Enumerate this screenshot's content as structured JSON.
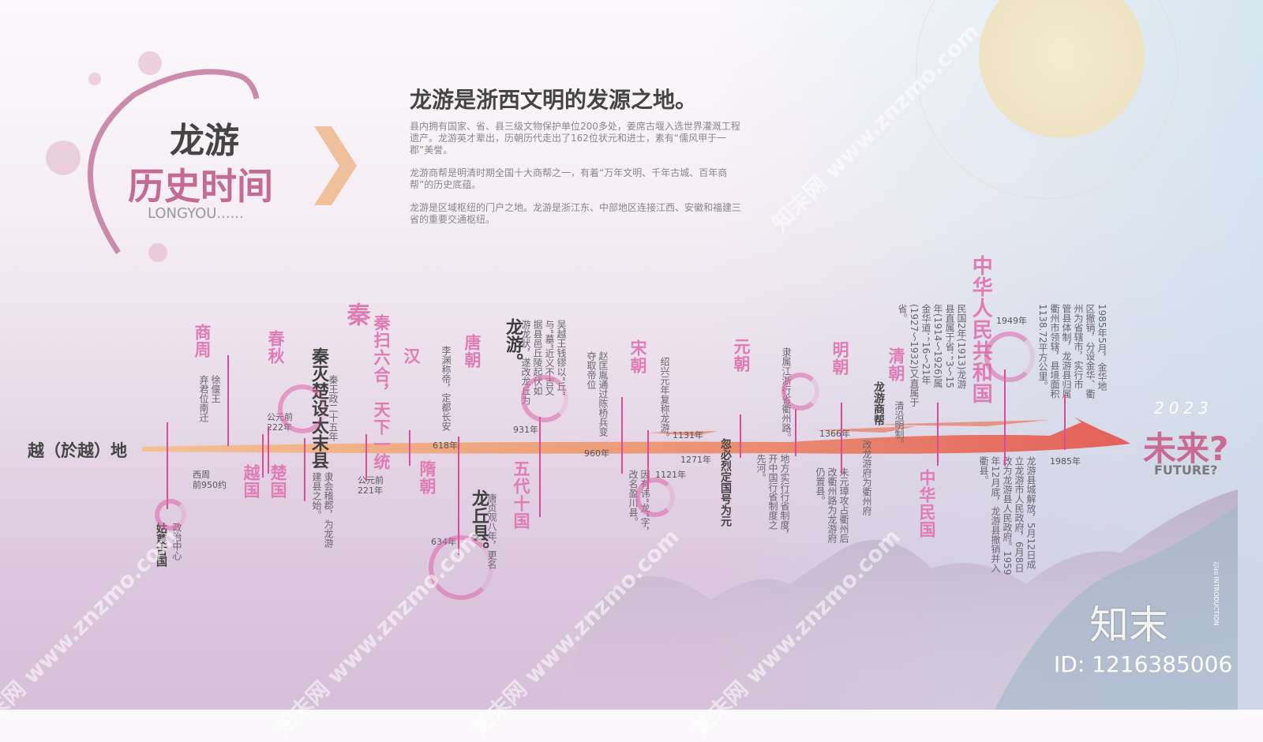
{
  "colors": {
    "accent_pink": "#e07bb3",
    "timeline_start": "#f2b48a",
    "timeline_end": "#e36a5c",
    "line": "#d74d9a",
    "chevron": "#f0c09c"
  },
  "logo": {
    "line1": "龙游",
    "line2": "历史时间",
    "sub": "LONGYOU......"
  },
  "intro": {
    "title": "龙游是浙西文明的发源之地。",
    "bullets": [
      "县内拥有国家、省、县三级文物保护单位200多处，姜席古堰入选世界灌溉工程遗产。龙游英才辈出，历朝历代走出了162位状元和进士，素有“儒风甲于一郡”美誉。",
      "龙游商帮是明清时期全国十大商帮之一，有着“万年文明、千年古城、百年商帮”的历史底蕴。",
      "龙游是区域枢纽的门户之地。龙游是浙江东、中部地区连接江西、安徽和福建三省的重要交通枢纽。"
    ]
  },
  "timeline": {
    "start_label": "越（於越）地",
    "items": [
      {
        "text": "商周",
        "kind": "era"
      },
      {
        "text": "徐偃王\n弃君位南迁",
        "kind": "note"
      },
      {
        "text": "西周\n前950约",
        "kind": "year"
      },
      {
        "text": "姑蔑古国",
        "kind": "bold"
      },
      {
        "text": "政治中心",
        "kind": "note"
      },
      {
        "text": "春秋",
        "kind": "era"
      },
      {
        "text": "越国",
        "kind": "era"
      },
      {
        "text": "楚国",
        "kind": "era"
      },
      {
        "text": "公元前\n222年",
        "kind": "year"
      },
      {
        "text": "秦灭楚设太末县",
        "kind": "big"
      },
      {
        "text": "秦王政二十五年",
        "kind": "note"
      },
      {
        "text": "隶会稽郡，为龙游\n建县之始。",
        "kind": "note"
      },
      {
        "text": "秦",
        "kind": "era"
      },
      {
        "text": "秦扫六合，天下一统",
        "kind": "era"
      },
      {
        "text": "公元前\n221年",
        "kind": "year"
      },
      {
        "text": "汉",
        "kind": "era"
      },
      {
        "text": "隋朝",
        "kind": "era"
      },
      {
        "text": "李渊称帝，定都长安",
        "kind": "note"
      },
      {
        "text": "唐朝",
        "kind": "era"
      },
      {
        "text": "618年",
        "kind": "year"
      },
      {
        "text": "634年",
        "kind": "year"
      },
      {
        "text": "龙丘县。",
        "kind": "big"
      },
      {
        "text": "唐贞观八年，更名",
        "kind": "note"
      },
      {
        "text": "龙游。",
        "kind": "big"
      },
      {
        "text": "吴越王钱镠以“丘”\n与“墓”近义不吉又\n据县邑丘陵起伏如\n游龙状，遂改龙丘为",
        "kind": "note"
      },
      {
        "text": "931年",
        "kind": "year"
      },
      {
        "text": "五代十国",
        "kind": "era"
      },
      {
        "text": "赵匡胤通过陈桥兵变\n夺取帝位",
        "kind": "note"
      },
      {
        "text": "960年",
        "kind": "year"
      },
      {
        "text": "宋朝",
        "kind": "era"
      },
      {
        "text": "绍兴元年复称龙游。",
        "kind": "note"
      },
      {
        "text": "1131年",
        "kind": "year"
      },
      {
        "text": "1121年",
        "kind": "year"
      },
      {
        "text": "因有讳“龙”字，\n改名盈川县。",
        "kind": "note"
      },
      {
        "text": "1271年",
        "kind": "year"
      },
      {
        "text": "忽必烈定国号为元",
        "kind": "bold"
      },
      {
        "text": "元朝",
        "kind": "era"
      },
      {
        "text": "地方实行行省制度，\n开中国行省制度之\n先河。",
        "kind": "note"
      },
      {
        "text": "隶属江浙行省衢州路。",
        "kind": "note"
      },
      {
        "text": "明朝",
        "kind": "era"
      },
      {
        "text": "1366年",
        "kind": "year"
      },
      {
        "text": "改龙游府为衢州府",
        "kind": "note"
      },
      {
        "text": "朱元璋攻占衢州后\n改衢州路为龙游府\n仍置县。",
        "kind": "note"
      },
      {
        "text": "清朝",
        "kind": "era"
      },
      {
        "text": "龙游商帮",
        "kind": "bold"
      },
      {
        "text": "清沿明制。",
        "kind": "note"
      },
      {
        "text": "中华民国",
        "kind": "era"
      },
      {
        "text": "民国2年(1913)龙游\n县直属于省；3～15\n年(1914～1926)属\n金华道；16～21年\n(1927～1932)又直属于\n省。",
        "kind": "note"
      },
      {
        "text": "中华人民共和国",
        "kind": "era"
      },
      {
        "text": "1949年",
        "kind": "year"
      },
      {
        "text": "龙游县城解放，5月12日成\n立龙游市人民政府，6月8日\n改为龙游县人民政府。1959\n年12月底，龙游县撤销并入\n衢县。",
        "kind": "note"
      },
      {
        "text": "1985年5月，金华地\n区撤销，分设金华、衢\n州为省辖市，实行市\n管县体制，龙游县归属\n衢州市领辖，县境面积\n1138.72平方公里。",
        "kind": "note"
      },
      {
        "text": "1985年",
        "kind": "year"
      }
    ]
  },
  "future": {
    "year": "2023",
    "title": "未来?",
    "sub": "FUTURE?"
  },
  "watermark": {
    "brand": "知末",
    "id": "ID: 1216385006",
    "intro_tag": "引言 INTRODUCTION",
    "site": "知末网 www.znzmo.com"
  }
}
